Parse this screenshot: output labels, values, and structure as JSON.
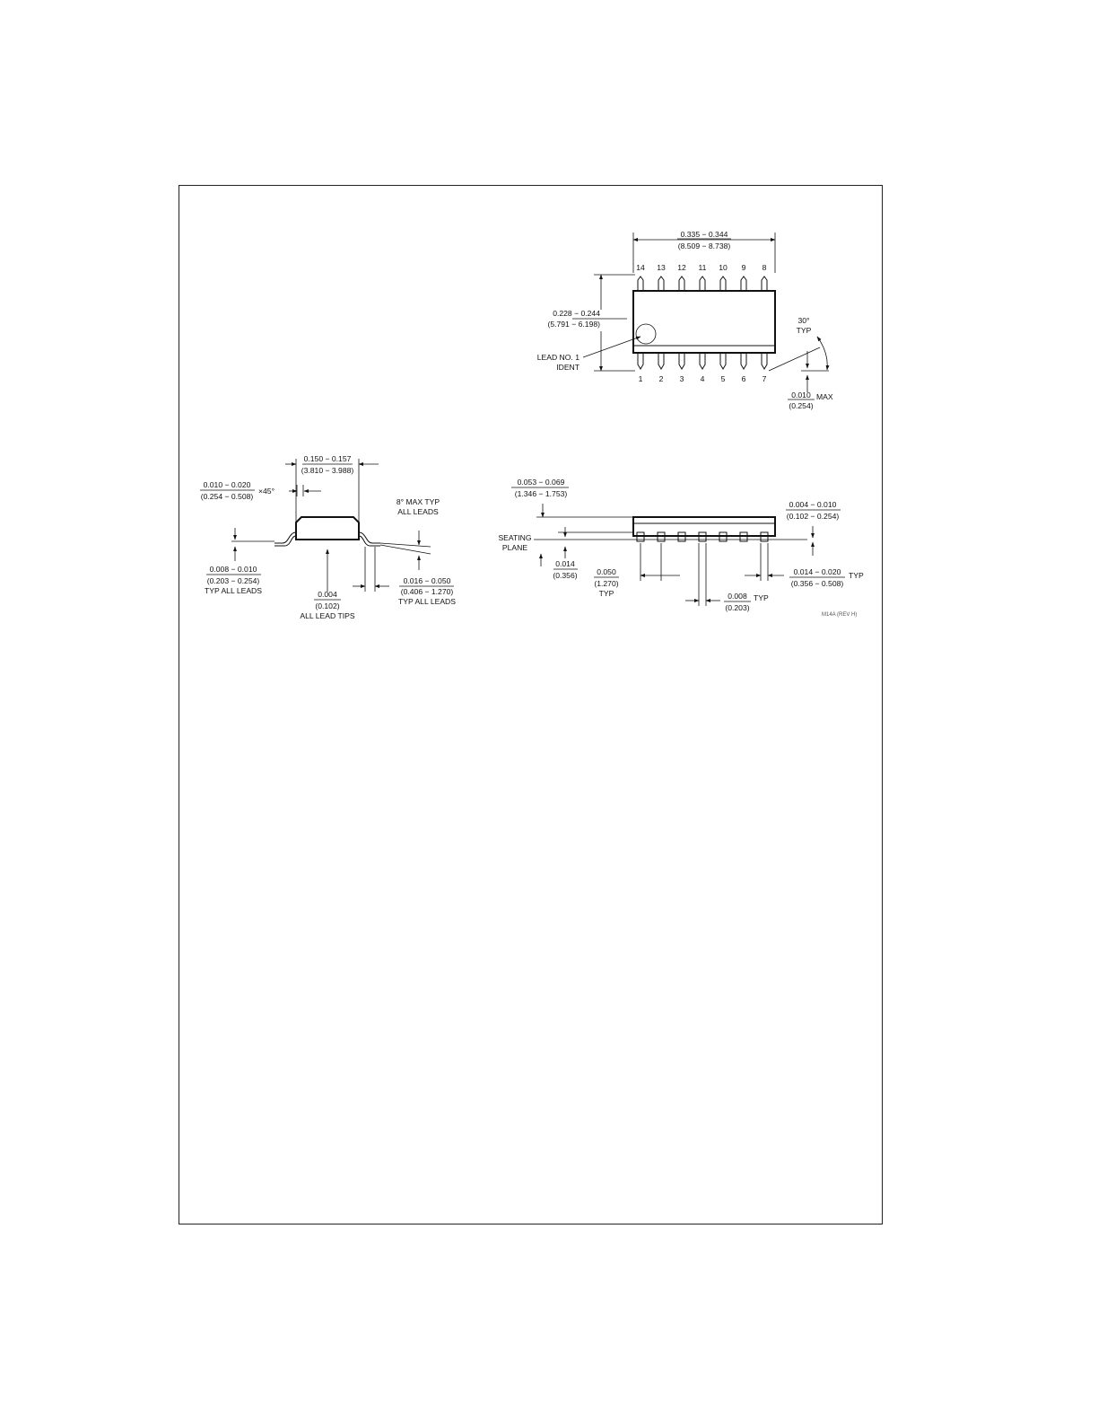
{
  "top_view": {
    "length_in": "0.335 − 0.344",
    "length_mm": "(8.509 − 8.738)",
    "width_in": "0.228 − 0.244",
    "width_mm": "(5.791 − 6.198)",
    "pins_top": [
      "14",
      "13",
      "12",
      "11",
      "10",
      "9",
      "8"
    ],
    "pins_bottom": [
      "1",
      "2",
      "3",
      "4",
      "5",
      "6",
      "7"
    ],
    "lead_ident_1": "LEAD NO. 1",
    "lead_ident_2": "IDENT",
    "angle": "30°",
    "angle_typ": "TYP",
    "lead_max_in": "0.010",
    "lead_max_word": "MAX",
    "lead_max_mm": "(0.254)"
  },
  "end_view": {
    "width_in": "0.150 − 0.157",
    "width_mm": "(3.810 − 3.988)",
    "chamfer_in": "0.010 − 0.020",
    "chamfer_mm": "(0.254 − 0.508)",
    "chamfer_suffix": "×45°",
    "lead_angle_1": "8° MAX TYP",
    "lead_angle_2": "ALL LEADS",
    "lead_thick_in": "0.008 − 0.010",
    "lead_thick_mm": "(0.203 − 0.254)",
    "lead_thick_note": "TYP ALL LEADS",
    "coplanarity_in": "0.004",
    "coplanarity_mm": "(0.102)",
    "coplanarity_note": "ALL LEAD TIPS",
    "foot_in": "0.016 − 0.050",
    "foot_mm": "(0.406 − 1.270)",
    "foot_note": "TYP ALL LEADS"
  },
  "side_view": {
    "height_in": "0.053 − 0.069",
    "height_mm": "(1.346 − 1.753)",
    "standoff_in": "0.004 − 0.010",
    "standoff_mm": "(0.102 − 0.254)",
    "seating_1": "SEATING",
    "seating_2": "PLANE",
    "base_in": "0.014",
    "base_mm": "(0.356)",
    "pitch_in": "0.050",
    "pitch_mm": "(1.270)",
    "pitch_typ": "TYP",
    "lead_width_in": "0.014 − 0.020",
    "lead_width_mm": "(0.356 − 0.508)",
    "lead_width_typ": "TYP",
    "web_in": "0.008",
    "web_mm": "(0.203)",
    "web_typ": "TYP"
  },
  "drawing_id": "M14A (REV H)"
}
